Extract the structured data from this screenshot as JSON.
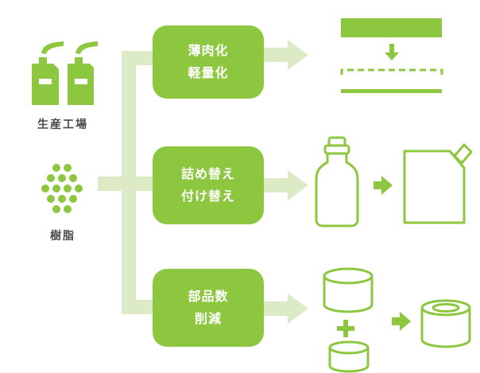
{
  "colors": {
    "accent": "#8dc63f",
    "connector": "#dcebc6",
    "text": "#4a4a4a",
    "box_text": "#ffffff"
  },
  "sources": [
    {
      "icon": "factory-icon",
      "label": "生産工場"
    },
    {
      "icon": "resin-pellets-icon",
      "label": "樹脂"
    }
  ],
  "methods": [
    {
      "lines": [
        "薄肉化",
        "軽量化"
      ],
      "illustration": "thin-wall-press-icon"
    },
    {
      "lines": [
        "詰め替え",
        "付け替え"
      ],
      "illustration": "bottle-to-refill-pouch-icon"
    },
    {
      "lines": [
        "部品数",
        "削減"
      ],
      "illustration": "two-parts-combined-icon"
    }
  ]
}
